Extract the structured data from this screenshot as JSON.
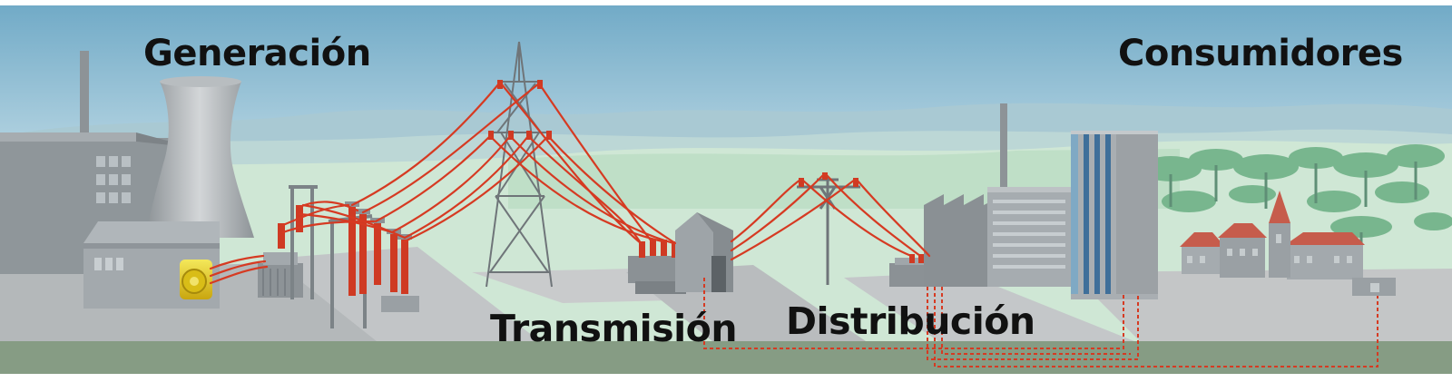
{
  "labels": {
    "generation": "Generación",
    "transmission": "Transmisión",
    "distribution": "Distribución",
    "consumers": "Consumidores"
  },
  "colors": {
    "sky_top": "#7fb6cf",
    "sky_bottom": "#e9f3f6",
    "hills": "#9fc3ce",
    "meadow": "#cfe7d4",
    "ground_strip": "#869c84",
    "pavement": "#b9bcbe",
    "building_gray": "#9aa0a4",
    "line_red": "#d63a22",
    "generator_yellow": "#e8d21c",
    "roof_red": "#c65c4c",
    "tree_green": "#6fae84",
    "glass_blue": "#3f6f9a"
  },
  "icons": [
    "power-plant-icon",
    "cooling-tower-icon",
    "generator-icon",
    "substation-icon",
    "transmission-tower-icon",
    "distribution-pole-icon",
    "factory-icon",
    "office-tower-icon",
    "house-icon",
    "church-icon",
    "tree-icon"
  ]
}
